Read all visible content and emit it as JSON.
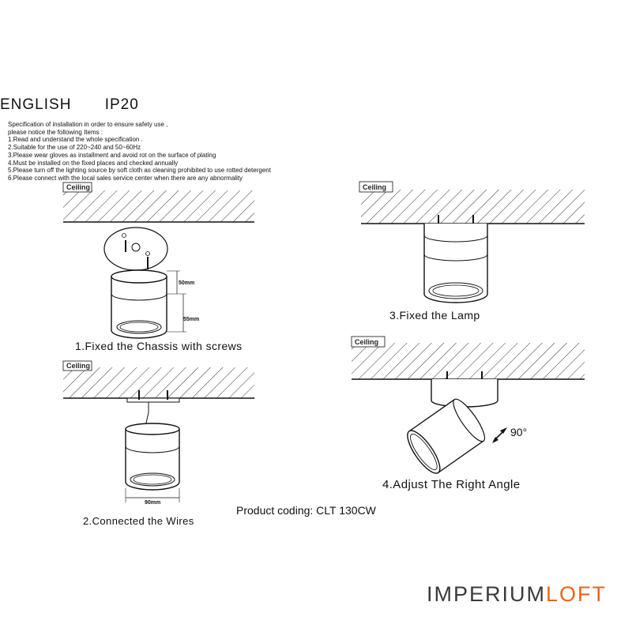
{
  "header": {
    "language": "ENGLISH",
    "rating": "IP20"
  },
  "spec_lines": [
    "Specification of installation in order to ensure safety use ,",
    "please notice the following Items :",
    "1.Read and understand the whole specification .",
    "2.Suitable for the use of 220~240 and 50~60Hz",
    "3.Please wear gloves as installment and avoid rot on the surface of plating",
    "4.Must be installed on the fixed places and checked annually",
    "5.Please turn off the lighting source by soft cloth as cleaning prohibited to use rotted detergent",
    "6.Please connect with the local sales service center when there are any abnormality"
  ],
  "ceiling_label": "Ceiling",
  "steps": {
    "s1": "1.Fixed the Chassis with screws",
    "s2": "2.Connected the Wires",
    "s3": "3.Fixed the Lamp",
    "s4": "4.Adjust The Right Angle"
  },
  "dimensions": {
    "d50": "50mm",
    "d55": "55mm",
    "d90": "90mm"
  },
  "angle": "90°",
  "product_coding": "Product coding: CLT 130CW",
  "logo": {
    "part1": "IMPERIUM",
    "part2": "LOFT"
  },
  "colors": {
    "logo_accent": "#e8641e",
    "line": "#111111"
  }
}
